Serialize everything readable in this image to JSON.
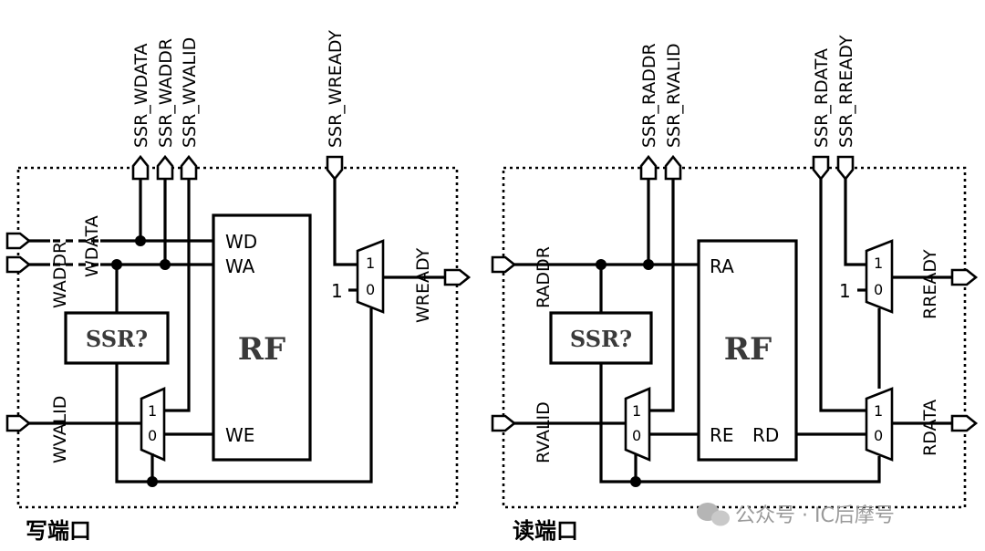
{
  "write_port": {
    "caption": "写端口",
    "top_signals": {
      "wdata": "SSR_WDATA",
      "waddr": "SSR_WADDR",
      "wvalid": "SSR_WVALID",
      "wready": "SSR_WREADY"
    },
    "left_signals": {
      "waddr": "WADDR",
      "wdata": "WDATA",
      "wvalid": "WVALID"
    },
    "right_signals": {
      "wready": "WREADY"
    },
    "rf": {
      "label": "RF",
      "wd": "WD",
      "wa": "WA",
      "we": "WE"
    },
    "ssr_box": "SSR?",
    "mux_labels": {
      "one": "1",
      "zero": "0"
    },
    "const_one": "1"
  },
  "read_port": {
    "caption": "读端口",
    "top_signals": {
      "raddr": "SSR_RADDR",
      "rvalid": "SSR_RVALID",
      "rdata": "SSR_RDATA",
      "rready": "SSR_RREADY"
    },
    "left_signals": {
      "raddr": "RADDR",
      "rvalid": "RVALID"
    },
    "right_signals": {
      "rready": "RREADY",
      "rdata": "RDATA"
    },
    "rf": {
      "label": "RF",
      "ra": "RA",
      "re": "RE",
      "rd": "RD"
    },
    "ssr_box": "SSR?",
    "mux_labels": {
      "one": "1",
      "zero": "0"
    },
    "const_one": "1"
  },
  "watermark": "公众号 · IC后摩号"
}
